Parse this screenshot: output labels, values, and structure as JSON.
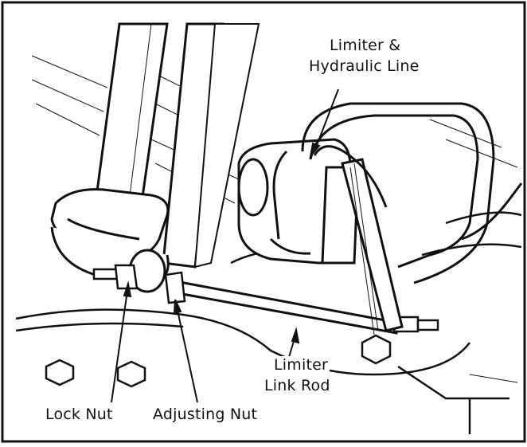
{
  "labels": {
    "limiter_hydraulic_line_1": "Limiter &",
    "limiter_hydraulic_line_2": "Hydraulic Line",
    "limiter_link_rod_1": "Limiter",
    "limiter_link_rod_2": "Link Rod",
    "lock_nut": "Lock Nut",
    "adjusting_nut": "Adjusting Nut"
  },
  "colors": {
    "ink": "#111111",
    "paper": "#ffffff"
  }
}
